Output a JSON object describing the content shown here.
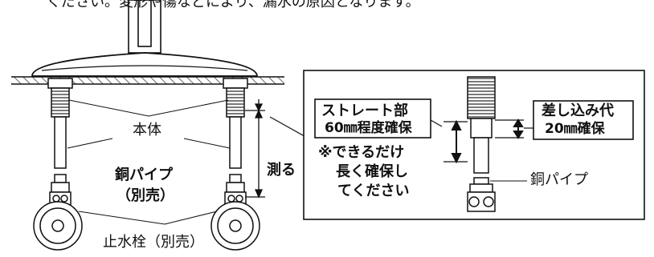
{
  "header_note": "ください。変形や傷などにより、漏水の原因となります。",
  "labels": {
    "body": "本体",
    "pipe_line1": "銅パイプ",
    "pipe_line2": "（別売）",
    "valve": "止水栓（別売）",
    "measure": "測る",
    "pipe_inset": "銅パイプ"
  },
  "callouts": {
    "straight_line1": "ストレート部",
    "straight_line2": "60㎜程度確保",
    "insert_line1": "差し込み代",
    "insert_line2": "20㎜確保"
  },
  "note": {
    "line1": "※できるだけ",
    "line2": "長く確保し",
    "line3": "てください"
  }
}
